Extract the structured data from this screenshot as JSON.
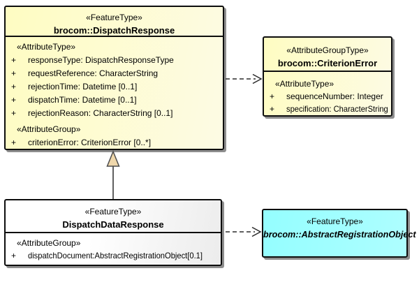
{
  "diagram": {
    "title": "UML class diagram",
    "classes": {
      "dispatchResponse": {
        "stereotype": "«FeatureType»",
        "name": "brocom::DispatchResponse",
        "sections": [
          {
            "label": "«AttributeType»",
            "rows": [
              {
                "vis": "+",
                "text": "responseType: DispatchResponseType"
              },
              {
                "vis": "+",
                "text": "requestReference: CharacterString"
              },
              {
                "vis": "+",
                "text": "rejectionTime: Datetime [0..1]"
              },
              {
                "vis": "+",
                "text": "dispatchTime: Datetime [0..1]"
              },
              {
                "vis": "+",
                "text": "rejectionReason: CharacterString [0..1]"
              }
            ]
          },
          {
            "label": "«AttributeGroup»",
            "rows": [
              {
                "vis": "+",
                "text": "criterionError: CriterionError [0..*]"
              }
            ]
          }
        ]
      },
      "criterionError": {
        "stereotype": "«AttributeGroupType»",
        "name": "brocom::CriterionError",
        "sections": [
          {
            "label": "«AttributeType»",
            "rows": [
              {
                "vis": "+",
                "text": "sequenceNumber: Integer"
              },
              {
                "vis": "+",
                "text": "specification: CharacterString"
              }
            ]
          }
        ]
      },
      "dispatchDataResponse": {
        "stereotype": "«FeatureType»",
        "name": "DispatchDataResponse",
        "sections": [
          {
            "label": "«AttributeGroup»",
            "rows": [
              {
                "vis": "+",
                "text": "dispatchDocument:AbstractRegistrationObject[0.1]"
              }
            ]
          }
        ]
      },
      "abstractRegistrationObject": {
        "stereotype": "«FeatureType»",
        "name": "brocom::AbstractRegistrationObject"
      }
    },
    "connectors": [
      {
        "type": "generalization",
        "from": "DispatchDataResponse",
        "to": "brocom::DispatchResponse"
      },
      {
        "type": "dependency",
        "from": "brocom::DispatchResponse",
        "to": "brocom::CriterionError"
      },
      {
        "type": "dependency",
        "from": "DispatchDataResponse",
        "to": "brocom::AbstractRegistrationObject"
      }
    ],
    "colors": {
      "background": "#FFFFFF",
      "class_fill_yellow_left": "#FEFCC2",
      "class_fill_yellow_right": "#FDFBE4",
      "class_fill_white": "#FFFFFF",
      "class_fill_gray": "#ECECEC",
      "class_fill_cyan": "#99FFFF",
      "border": "#0D0D0D",
      "shadow": "#8E8E8E",
      "connector_line": "#2B2B2B",
      "generalization_triangle_fill": "#EFD7AB"
    }
  }
}
